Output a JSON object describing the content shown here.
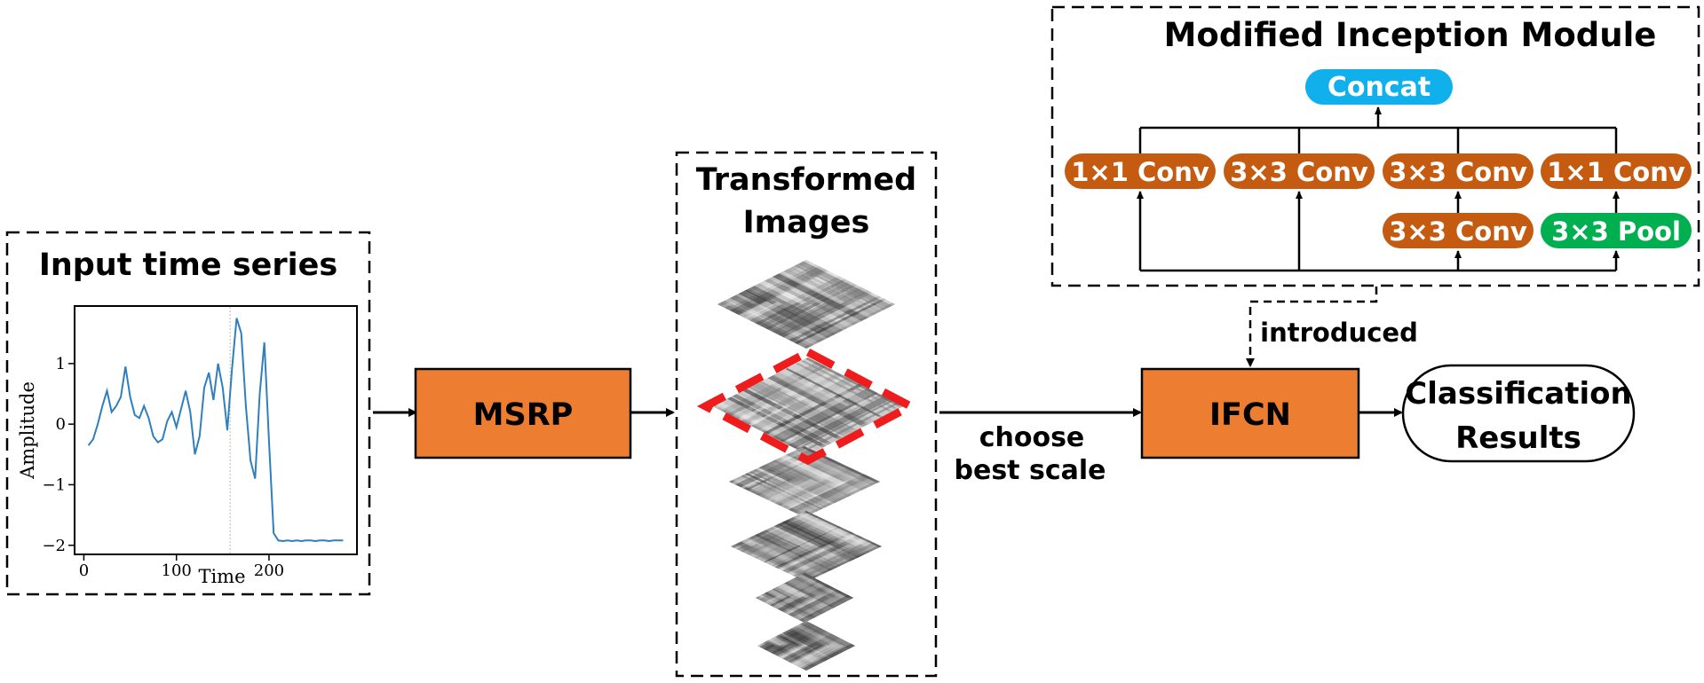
{
  "input_panel": {
    "title": "Input time series",
    "plot": {
      "xlabel": "Time",
      "ylabel": "Amplitude",
      "xlim": [
        -10,
        295
      ],
      "ylim": [
        -2.15,
        1.95
      ],
      "xticks": [
        0,
        100,
        200
      ],
      "yticks": [
        -2,
        -1,
        0,
        1
      ],
      "ytick_labels": [
        "−2",
        "−1",
        "0",
        "1"
      ],
      "line_color": "#2f7fbf",
      "marker_x": 158,
      "series_x": [
        5,
        10,
        15,
        20,
        25,
        30,
        35,
        40,
        45,
        50,
        55,
        60,
        65,
        70,
        75,
        80,
        85,
        90,
        95,
        100,
        105,
        110,
        115,
        120,
        125,
        130,
        135,
        140,
        145,
        150,
        155,
        160,
        165,
        170,
        175,
        180,
        185,
        190,
        195,
        200,
        205,
        210,
        215,
        220,
        225,
        230,
        235,
        240,
        245,
        250,
        255,
        260,
        265,
        270,
        280
      ],
      "series_y": [
        -0.35,
        -0.25,
        0.0,
        0.3,
        0.55,
        0.2,
        0.3,
        0.45,
        0.95,
        0.45,
        0.15,
        0.1,
        0.3,
        0.1,
        -0.2,
        -0.3,
        -0.25,
        0.05,
        0.2,
        -0.05,
        0.25,
        0.55,
        0.2,
        -0.5,
        -0.2,
        0.6,
        0.85,
        0.4,
        1.0,
        0.6,
        -0.1,
        0.9,
        1.75,
        1.5,
        0.3,
        -0.6,
        -0.9,
        0.5,
        1.35,
        -0.3,
        -1.8,
        -1.92,
        -1.93,
        -1.92,
        -1.93,
        -1.92,
        -1.93,
        -1.92,
        -1.92,
        -1.93,
        -1.92,
        -1.92,
        -1.93,
        -1.92,
        -1.92
      ]
    }
  },
  "msrp": {
    "label": "MSRP",
    "color": "#ed7d31"
  },
  "transformed": {
    "title_lines": [
      "Transformed",
      "Images"
    ],
    "highlight_color": "#ee1c1c"
  },
  "edges": {
    "choose_lines": [
      "choose",
      "best scale"
    ],
    "introduced": "introduced"
  },
  "ifcn": {
    "label": "IFCN",
    "color": "#ed7d31"
  },
  "result": {
    "label_lines": [
      "Classification",
      "Results"
    ]
  },
  "inception": {
    "title": "Modified Inception Module",
    "concat": {
      "label": "Concat",
      "color": "#0fb0ec"
    },
    "conv_color": "#c55a11",
    "pool_color": "#00b050",
    "top_row": [
      "1×1 Conv",
      "3×3 Conv",
      "3×3 Conv",
      "1×1 Conv"
    ],
    "bottom_row": [
      "3×3 Conv",
      "3×3 Pool"
    ]
  }
}
